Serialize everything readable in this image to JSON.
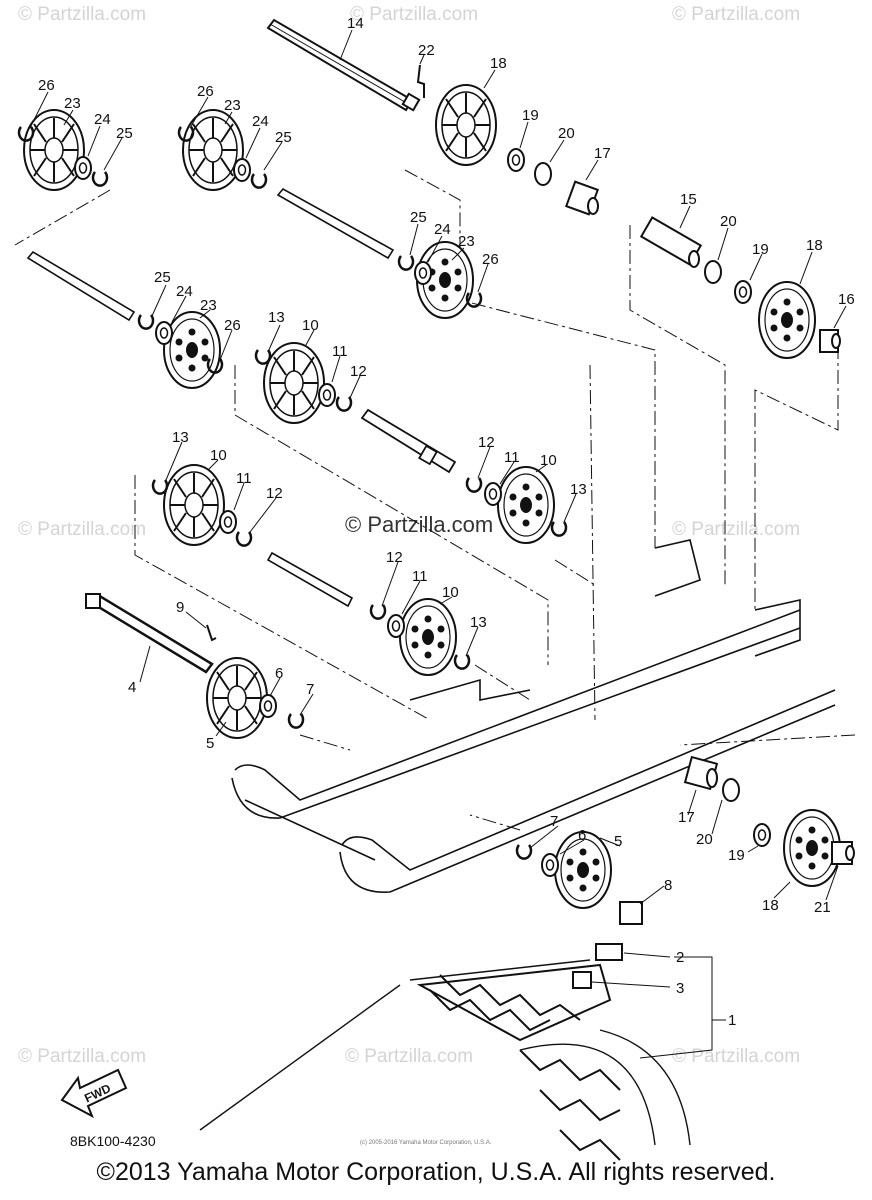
{
  "watermark": "© Partzilla.com",
  "watermark_center": "© Partzilla.com",
  "diagram_code": "8BK100-4230",
  "fwd_label": "FWD",
  "small_print": "(c) 2005-2016 Yamaha Motor Corporation, U.S.A.",
  "copyright": "©2013 Yamaha Motor Corporation, U.S.A. All rights reserved.",
  "callouts": [
    "14",
    "22",
    "18",
    "19",
    "20",
    "17",
    "26",
    "23",
    "24",
    "25",
    "26",
    "23",
    "24",
    "25",
    "25",
    "24",
    "23",
    "26",
    "15",
    "20",
    "19",
    "18",
    "16",
    "25",
    "24",
    "23",
    "26",
    "13",
    "10",
    "11",
    "12",
    "12",
    "11",
    "10",
    "13",
    "13",
    "10",
    "11",
    "12",
    "12",
    "11",
    "10",
    "13",
    "9",
    "4",
    "6",
    "7",
    "5",
    "7",
    "6",
    "5",
    "8",
    "17",
    "20",
    "19",
    "18",
    "21",
    "2",
    "3",
    "1"
  ]
}
